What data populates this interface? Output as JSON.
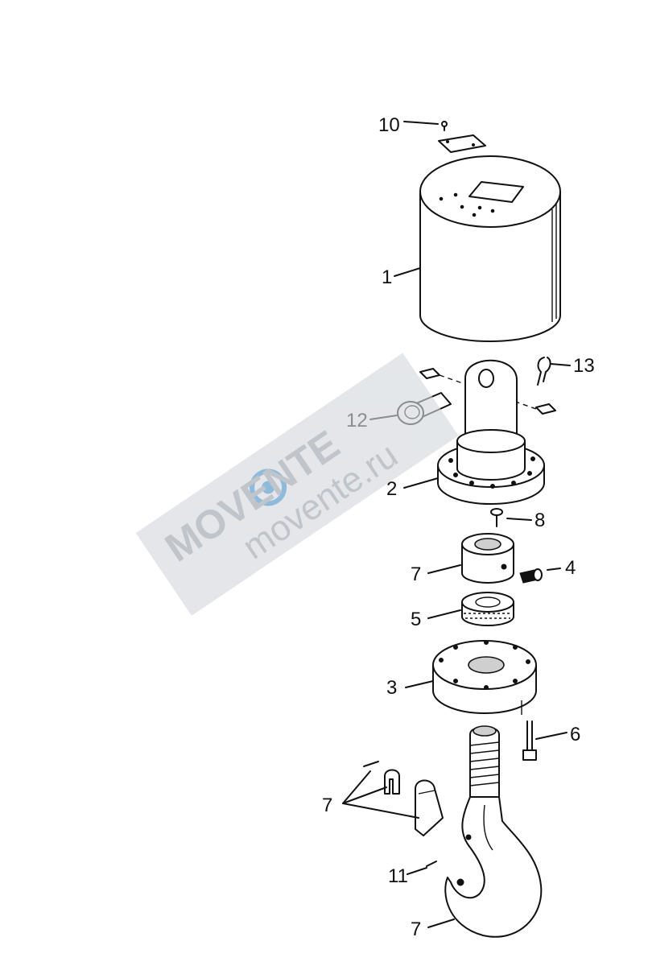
{
  "labels": {
    "p10": "10",
    "p1": "1",
    "p13": "13",
    "p12": "12",
    "p2": "2",
    "p8": "8",
    "p7a": "7",
    "p4": "4",
    "p5": "5",
    "p3": "3",
    "p6": "6",
    "p7b": "7",
    "p11": "11",
    "p7c": "7"
  },
  "watermark": {
    "brand": "MOVENTE",
    "site": "movente.ru"
  },
  "colors": {
    "ink": "#111111",
    "watermark_band": "#d4d8dc",
    "watermark_text": "#9aa3ad",
    "watermark_accent": "#4a90c8"
  }
}
